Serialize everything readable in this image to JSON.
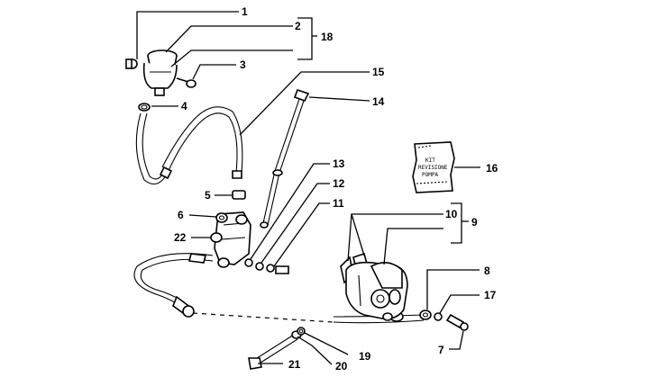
{
  "callouts": {
    "c1": "1",
    "c2": "2",
    "c3": "3",
    "c4": "4",
    "c5": "5",
    "c6": "6",
    "c7": "7",
    "c8": "8",
    "c9": "9",
    "c10": "10",
    "c11": "11",
    "c12": "12",
    "c13": "13",
    "c14": "14",
    "c15": "15",
    "c16": "16",
    "c17": "17",
    "c18": "18",
    "c19": "19",
    "c20": "20",
    "c21": "21",
    "c22": "22"
  },
  "kit_label": {
    "line1": "KIT",
    "line2": "REVISIONE",
    "line3": "POMPA"
  }
}
